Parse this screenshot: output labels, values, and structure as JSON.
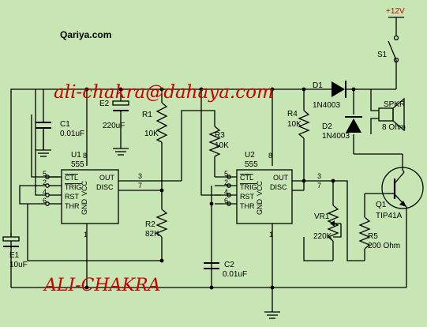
{
  "site_label": "Qariya.com",
  "watermark_email": "ali-chakra@dahaya.com",
  "watermark_name": "ALI-CHAKRA",
  "supply": "+12V",
  "switch": "S1",
  "speaker": {
    "name": "SPKR",
    "value": "8 Ohm"
  },
  "diodes": [
    {
      "name": "D1",
      "value": "1N4003"
    },
    {
      "name": "D2",
      "value": "1N4003"
    }
  ],
  "u1": {
    "name": "U1",
    "part": "555",
    "pins": {
      "ctl": "CTL",
      "trig": "TRIG",
      "rst": "RST",
      "thr": "THR",
      "out": "OUT",
      "disc": "DISC",
      "gnd": "GND",
      "vcc": "VCC"
    },
    "nums": {
      "p5": "5",
      "p2": "2",
      "p4": "4",
      "p6": "6",
      "p3": "3",
      "p7": "7",
      "p1": "1",
      "p8": "8"
    }
  },
  "u2": {
    "name": "U2",
    "part": "555",
    "pins": {
      "ctl": "CTL",
      "trig": "TRIG",
      "rst": "RST",
      "thr": "THR",
      "out": "OUT",
      "disc": "DISC",
      "gnd": "GND",
      "vcc": "VCC"
    },
    "nums": {
      "p5": "5",
      "p2": "2",
      "p4": "4",
      "p6": "6",
      "p3": "3",
      "p7": "7",
      "p1": "1",
      "p8": "8"
    }
  },
  "c1": {
    "name": "C1",
    "value": "0.01uF"
  },
  "e2": {
    "name": "E2",
    "value": "220uF"
  },
  "e1": {
    "name": "E1",
    "value": "10uF"
  },
  "c2": {
    "name": "C2",
    "value": "0.01uF"
  },
  "r1": {
    "name": "R1",
    "value": "10K"
  },
  "r2": {
    "name": "R2",
    "value": "82K"
  },
  "r3": {
    "name": "R3",
    "value": "10K"
  },
  "r4": {
    "name": "R4",
    "value": "10K"
  },
  "r5": {
    "name": "R5",
    "value": "200 Ohm"
  },
  "vr1": {
    "name": "VR1",
    "value": "220K"
  },
  "q1": {
    "name": "Q1",
    "value": "TIP41A"
  }
}
